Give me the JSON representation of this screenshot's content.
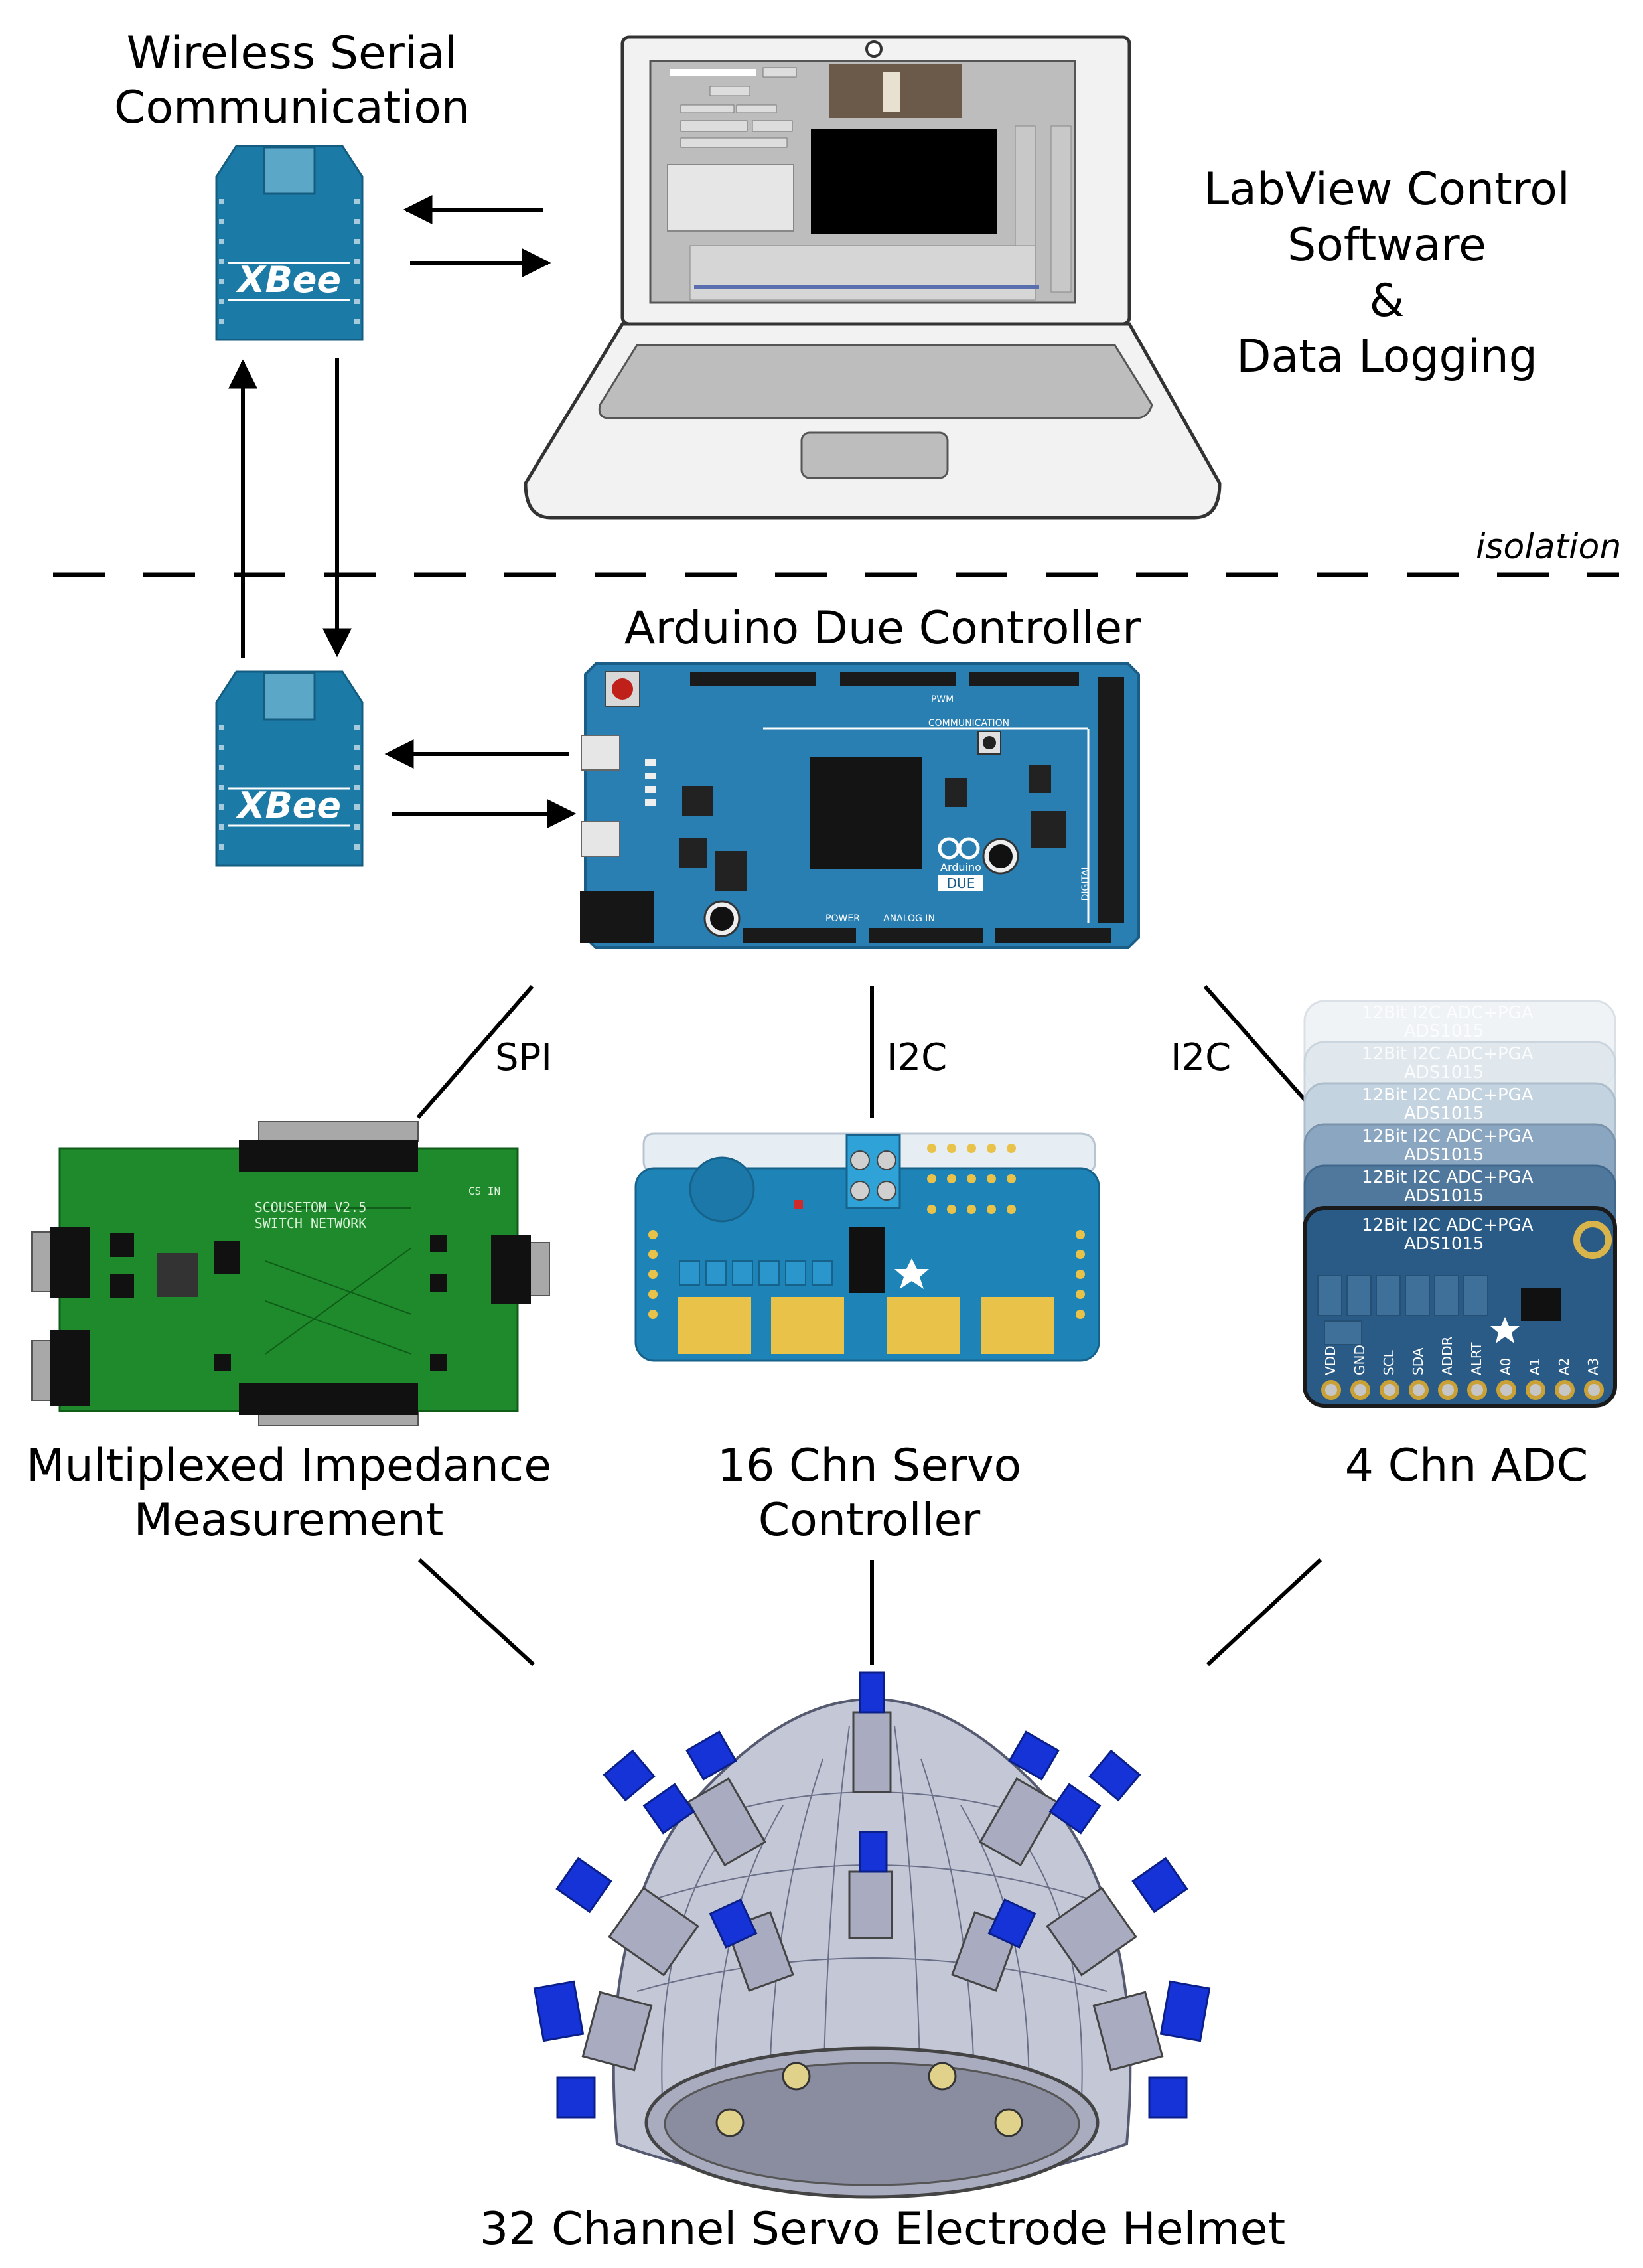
{
  "labels": {
    "wireless": "Wireless Serial\nCommunication",
    "labview": "LabView Control\nSoftware\n&\nData Logging",
    "isolation": "isolation",
    "arduino": "Arduino Due Controller",
    "spi": "SPI",
    "i2c_servo": "I2C",
    "i2c_adc": "I2C",
    "impedance": "Multiplexed Impedance\nMeasurement",
    "servo": "16 Chn Servo\nController",
    "adc": "4 Chn ADC",
    "helmet": "32 Channel Servo Electrode Helmet"
  },
  "xbee": {
    "logo": "XBee"
  },
  "mux_board": {
    "silk_title": "SCOUSETOM V2.5",
    "silk_sub": "SWITCH NETWORK",
    "silk_cs": "CS IN"
  },
  "arduino_board": {
    "brand": "Arduino",
    "model": "DUE",
    "comm": "COMMUNICATION",
    "power": "POWER",
    "analog": "ANALOG IN",
    "digital": "DIGITAL",
    "pwm": "PWM"
  },
  "adc_board": {
    "title": "12Bit I2C ADC+PGA",
    "chip": "ADS1015",
    "pins": [
      "VDD",
      "GND",
      "SCL",
      "SDA",
      "ADDR",
      "ALRT",
      "A0",
      "A1",
      "A2",
      "A3"
    ]
  },
  "colors": {
    "xbee": "#1c7aa6",
    "arduino": "#2a7fb2",
    "pcb_green": "#1f8a2c",
    "servo_board": "#1e84b8",
    "adc_board": "#2a5b86",
    "helmet_blue": "#1533d6",
    "helmet_grey": "#c4c7d6"
  }
}
